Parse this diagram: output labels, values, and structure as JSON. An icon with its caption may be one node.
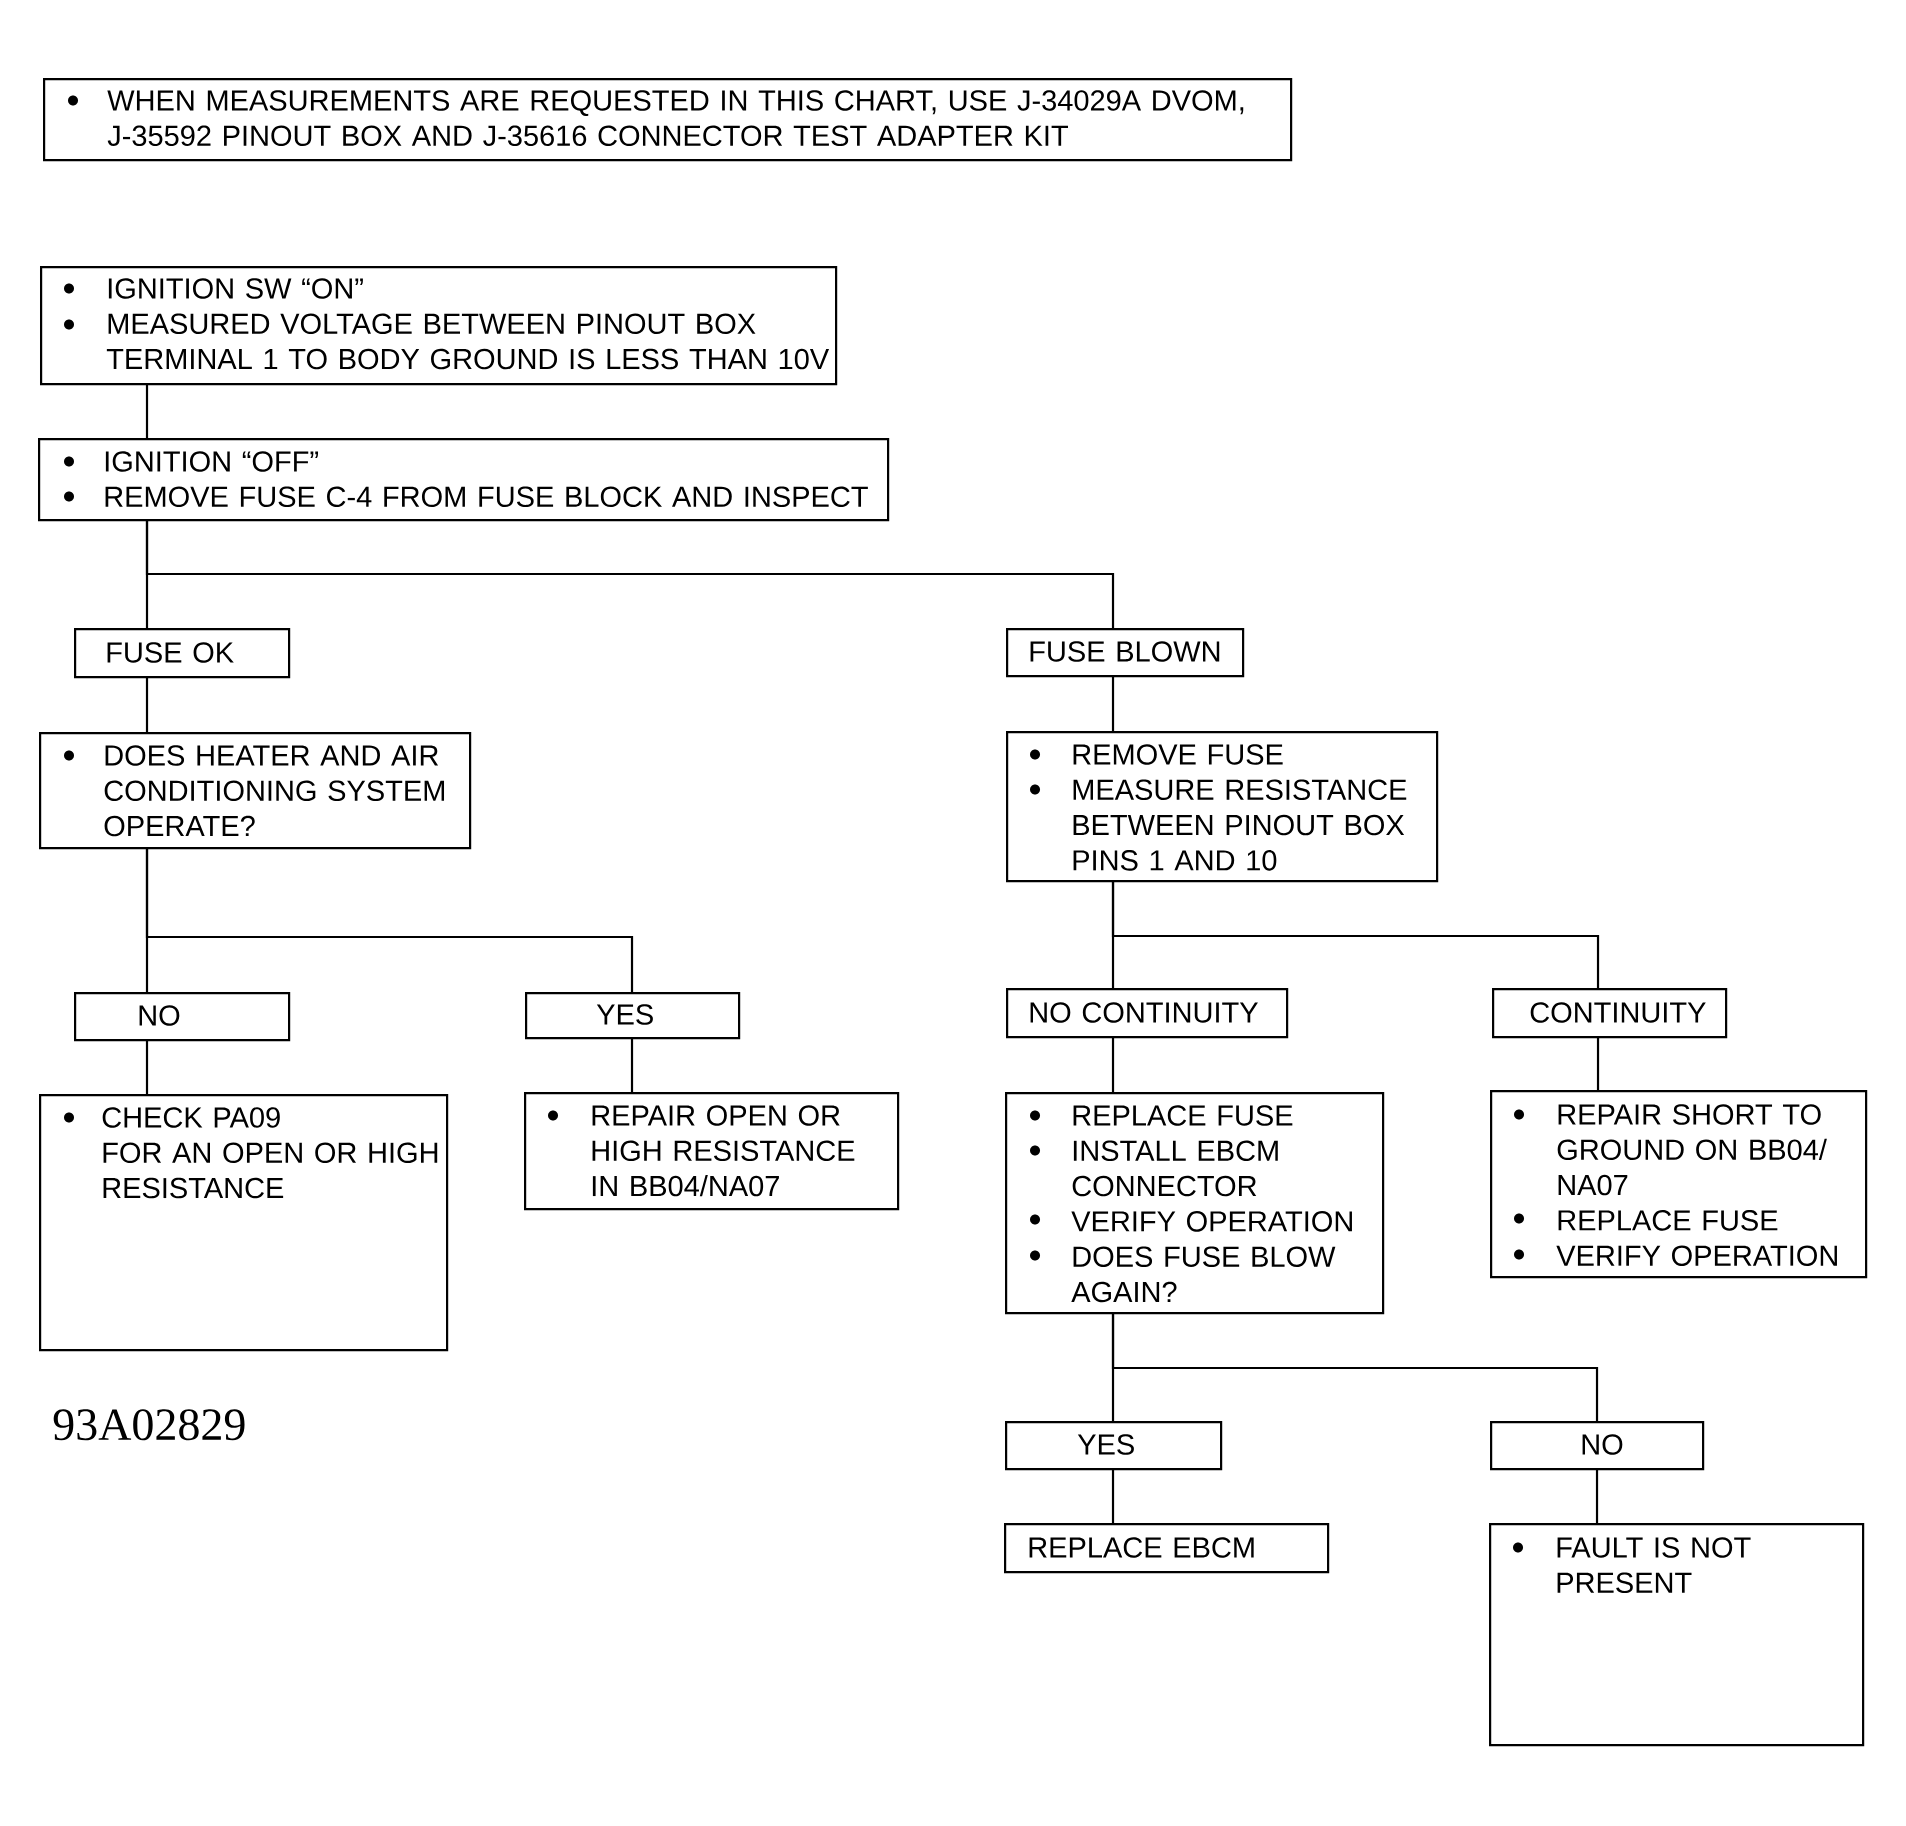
{
  "diagram": {
    "nodes": [
      {
        "text": [
          "WHEN MEASUREMENTS ARE REQUESTED IN THIS CHART, USE J-34029A DVOM, J-35592 PINOUT BOX AND J-35616 CONNECTOR TEST ADAPTER KIT"
        ]
      },
      {
        "text": [
          "IGNITION SW “ON”",
          "MEASURED VOLTAGE BETWEEN PINOUT BOX TERMINAL 1 TO BODY GROUND IS LESS THAN 10V"
        ]
      },
      {
        "text": [
          "IGNITION “OFF”",
          "REMOVE FUSE C-4 FROM FUSE BLOCK AND INSPECT"
        ]
      },
      {
        "text": [
          "FUSE OK"
        ]
      },
      {
        "text": [
          "FUSE BLOWN"
        ]
      },
      {
        "text": [
          "DOES HEATER AND AIR CONDITIONING SYSTEM OPERATE?"
        ]
      },
      {
        "text": [
          "REMOVE FUSE",
          "MEASURE RESISTANCE BETWEEN PINOUT BOX PINS 1 AND 10"
        ]
      },
      {
        "text": [
          "NO"
        ]
      },
      {
        "text": [
          "YES"
        ]
      },
      {
        "text": [
          "NO CONTINUITY"
        ]
      },
      {
        "text": [
          "CONTINUITY"
        ]
      },
      {
        "text": [
          "CHECK PA09 FOR AN OPEN OR HIGH RESISTANCE"
        ]
      },
      {
        "text": [
          "REPAIR OPEN OR HIGH RESISTANCE IN BB04/NA07"
        ]
      },
      {
        "text": [
          "REPLACE FUSE",
          "INSTALL EBCM CONNECTOR",
          "VERIFY OPERATION",
          "DOES FUSE BLOW AGAIN?"
        ]
      },
      {
        "text": [
          "REPAIR SHORT TO GROUND ON BB04/NA07",
          "REPLACE FUSE",
          "VERIFY OPERATION"
        ]
      },
      {
        "text": [
          "YES"
        ]
      },
      {
        "text": [
          "NO"
        ]
      },
      {
        "text": [
          "REPLACE EBCM"
        ]
      },
      {
        "text": [
          "FAULT IS NOT PRESENT"
        ]
      }
    ],
    "edges": [
      {
        "from": 1,
        "to": 2,
        "arrow": "none"
      },
      {
        "from": 2,
        "to": 3,
        "arrow": "none"
      },
      {
        "from": 2,
        "to": 4,
        "arrow": "none"
      },
      {
        "from": 3,
        "to": 5,
        "arrow": "none"
      },
      {
        "from": 4,
        "to": 6,
        "arrow": "none"
      },
      {
        "from": 5,
        "to": 7,
        "arrow": "none"
      },
      {
        "from": 5,
        "to": 8,
        "arrow": "none"
      },
      {
        "from": 6,
        "to": 9,
        "arrow": "none"
      },
      {
        "from": 6,
        "to": 10,
        "arrow": "none"
      },
      {
        "from": 7,
        "to": 11,
        "arrow": "none"
      },
      {
        "from": 8,
        "to": 12,
        "arrow": "none"
      },
      {
        "from": 9,
        "to": 13,
        "arrow": "none"
      },
      {
        "from": 10,
        "to": 14,
        "arrow": "none"
      },
      {
        "from": 13,
        "to": 15,
        "arrow": "none"
      },
      {
        "from": 13,
        "to": 16,
        "arrow": "none"
      },
      {
        "from": 15,
        "to": 17,
        "arrow": "none"
      },
      {
        "from": 16,
        "to": 18,
        "arrow": "none"
      }
    ],
    "labels": [
      "93A02829"
    ]
  }
}
